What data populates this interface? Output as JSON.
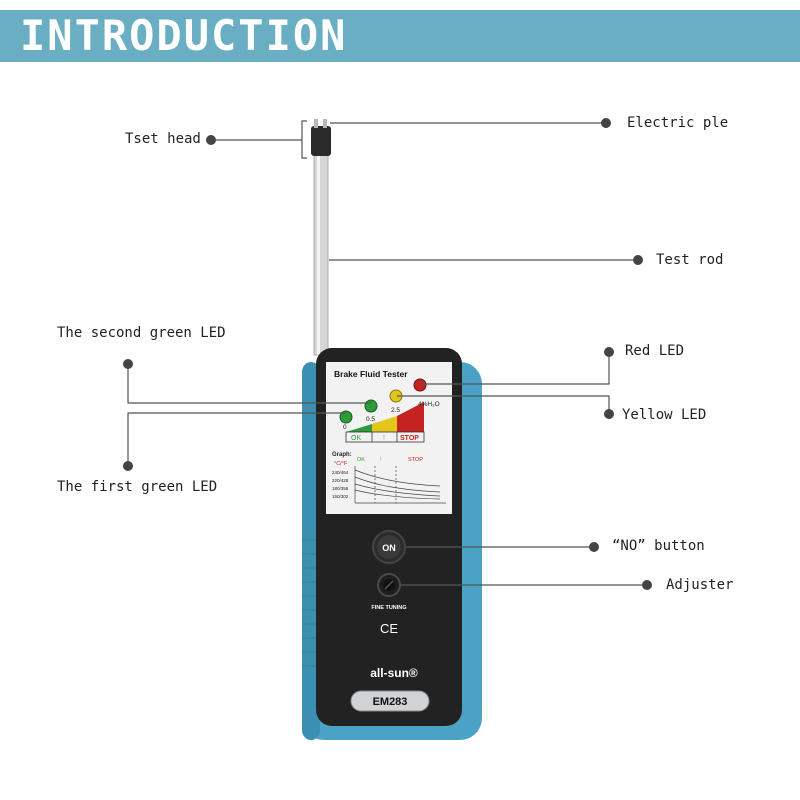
{
  "header": {
    "title": "INTRODUCTION"
  },
  "callouts": {
    "test_head": "Tset head",
    "electric_pole": "Electric ple",
    "test_rod": "Test rod",
    "second_green_led": "The second green LED",
    "red_led": "Red LED",
    "yellow_led": "Yellow LED",
    "first_green_led": "The first green LED",
    "on_button": "“NO” button",
    "adjuster": "Adjuster"
  },
  "device": {
    "panel_title": "Brake Fluid Tester",
    "scale_values": [
      "0",
      "0.5",
      "2.5",
      "4%H₂O"
    ],
    "zones": [
      "OK",
      "!",
      "STOP"
    ],
    "graph_label": "Graph:",
    "graph_unit": "°C/°F",
    "graph_zones": [
      "OK",
      "!",
      "STOP"
    ],
    "graph_y_ticks": [
      "240/464",
      "220/428",
      "180/356",
      "150/302"
    ],
    "on_label": "ON",
    "fine_tuning_label": "FINE TUNING",
    "ce_mark": "CE",
    "brand": "all-sun®",
    "model": "EM283"
  },
  "colors": {
    "banner": "#6aaec4",
    "body_blue": "#4aa3c7",
    "body_black": "#222222",
    "led_green": "#2d9b3a",
    "led_yellow": "#e3c61b",
    "led_red": "#c52222"
  }
}
